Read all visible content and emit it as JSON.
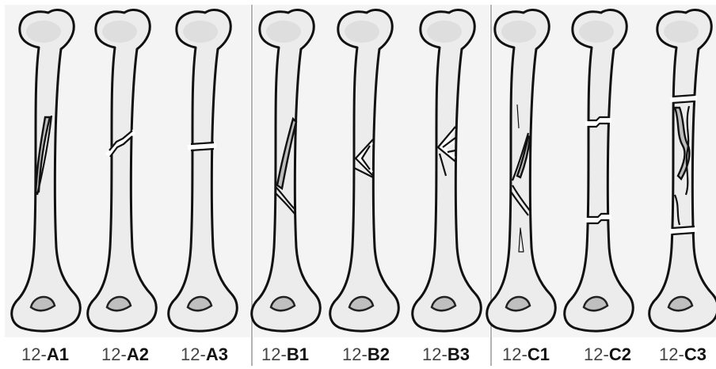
{
  "groups": [
    {
      "id": "A",
      "bones": [
        {
          "id": "a1",
          "label_prefix": "12-",
          "label_suffix": "A1"
        },
        {
          "id": "a2",
          "label_prefix": "12-",
          "label_suffix": "A2"
        },
        {
          "id": "a3",
          "label_prefix": "12-",
          "label_suffix": "A3"
        }
      ]
    },
    {
      "id": "B",
      "bones": [
        {
          "id": "b1",
          "label_prefix": "12-",
          "label_suffix": "B1"
        },
        {
          "id": "b2",
          "label_prefix": "12-",
          "label_suffix": "B2"
        },
        {
          "id": "b3",
          "label_prefix": "12-",
          "label_suffix": "B3"
        }
      ]
    },
    {
      "id": "C",
      "bones": [
        {
          "id": "c1",
          "label_prefix": "12-",
          "label_suffix": "C1"
        },
        {
          "id": "c2",
          "label_prefix": "12-",
          "label_suffix": "C2"
        },
        {
          "id": "c3",
          "label_prefix": "12-",
          "label_suffix": "C3"
        }
      ]
    }
  ],
  "colors": {
    "background": "#ffffff",
    "panel": "#f4f4f4",
    "bone_fill": "#ececec",
    "outline": "#111111",
    "divider": "#9a9a9a"
  }
}
